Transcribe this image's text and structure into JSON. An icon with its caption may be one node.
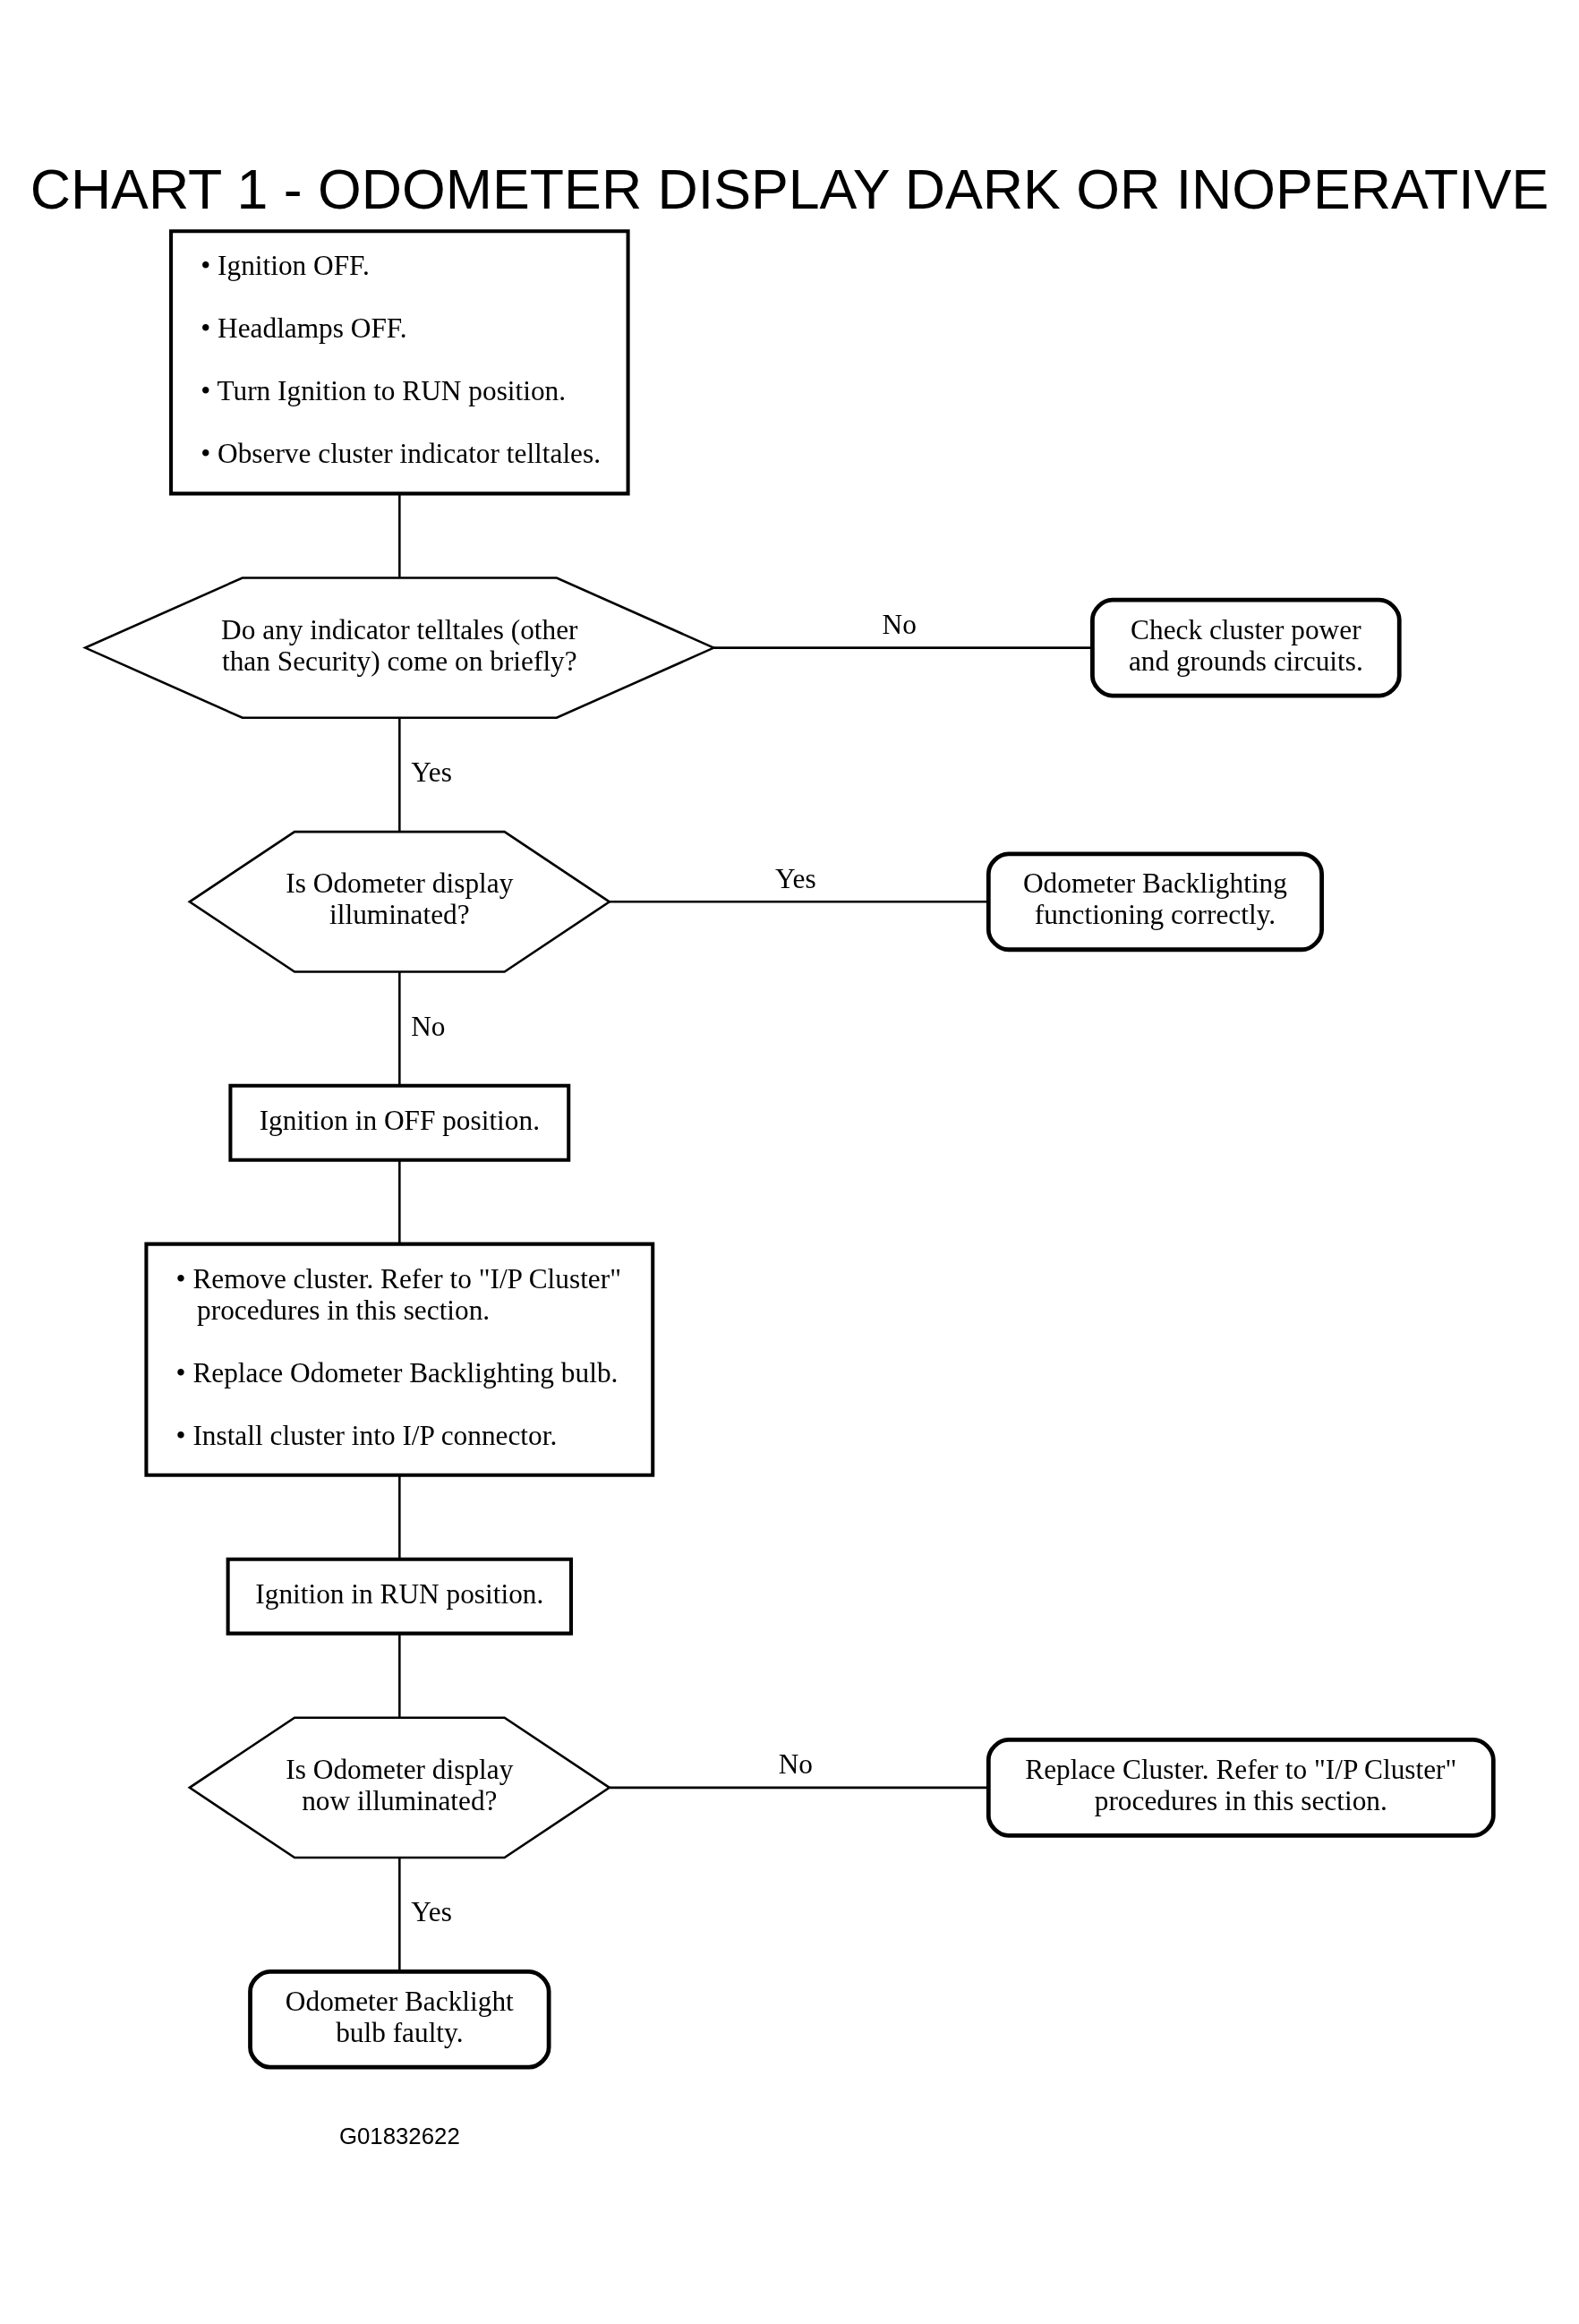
{
  "diagram": {
    "title": "CHART 1 - ODOMETER DISPLAY DARK OR INOPERATIVE",
    "nodes": [
      {
        "text": [
          "• Ignition OFF.",
          "• Headlamps OFF.",
          "• Turn Ignition to RUN position.",
          "• Observe cluster indicator telltales."
        ]
      },
      {
        "text": [
          "Do any indicator telltales (other than Security) come on briefly?"
        ]
      },
      {
        "text": [
          "Check cluster power and grounds circuits."
        ]
      },
      {
        "text": [
          "Is Odometer display illuminated?"
        ]
      },
      {
        "text": [
          "Odometer Backlighting functioning correctly."
        ]
      },
      {
        "text": [
          "Ignition in OFF position."
        ]
      },
      {
        "text": [
          "• Remove cluster. Refer to \"I/P Cluster\" procedures in this section.",
          "• Replace Odometer Backlighting bulb.",
          "• Install cluster into I/P connector."
        ]
      },
      {
        "text": [
          "Ignition in RUN position."
        ]
      },
      {
        "text": [
          "Is Odometer display now illuminated?"
        ]
      },
      {
        "text": [
          "Replace Cluster. Refer to \"I/P Cluster\" procedures in this section."
        ]
      },
      {
        "text": [
          "Odometer Backlight bulb faulty."
        ]
      }
    ],
    "edges": [
      {
        "from": 0,
        "to": 1,
        "arrow": "none"
      },
      {
        "from": 1,
        "to": 2,
        "arrow": "none",
        "label": "No"
      },
      {
        "from": 1,
        "to": 3,
        "arrow": "none",
        "label": "Yes"
      },
      {
        "from": 3,
        "to": 4,
        "arrow": "none",
        "label": "Yes"
      },
      {
        "from": 3,
        "to": 5,
        "arrow": "none",
        "label": "No"
      },
      {
        "from": 5,
        "to": 6,
        "arrow": "none"
      },
      {
        "from": 6,
        "to": 7,
        "arrow": "none"
      },
      {
        "from": 7,
        "to": 8,
        "arrow": "none"
      },
      {
        "from": 8,
        "to": 9,
        "arrow": "none",
        "label": "No"
      },
      {
        "from": 8,
        "to": 10,
        "arrow": "none",
        "label": "Yes"
      }
    ],
    "labels": [
      "G01832622"
    ]
  }
}
